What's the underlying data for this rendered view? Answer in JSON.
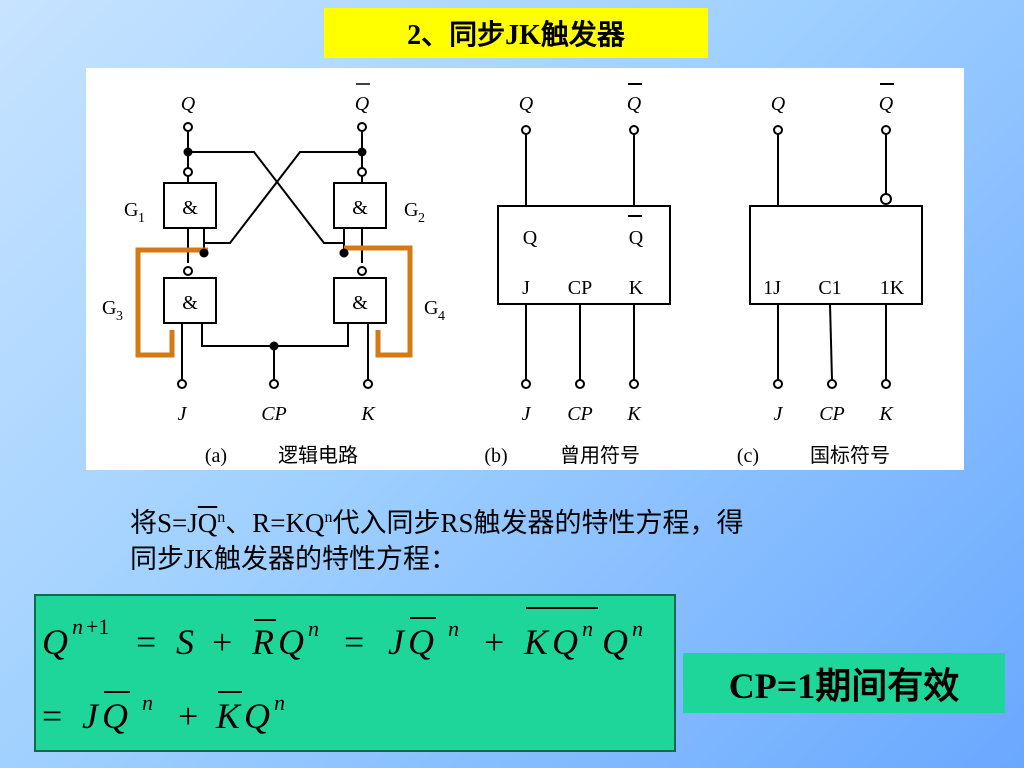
{
  "title": "2、同步JK触发器",
  "diagram_a": {
    "top_q": "Q",
    "top_qbar": "Q",
    "g1": "G",
    "g1_sub": "1",
    "g2": "G",
    "g2_sub": "2",
    "g3": "G",
    "g3_sub": "3",
    "g4": "G",
    "g4_sub": "4",
    "amp": "&",
    "in_j": "J",
    "in_cp": "CP",
    "in_k": "K",
    "caption_tag": "(a)",
    "caption": "逻辑电路"
  },
  "diagram_b": {
    "top_q": "Q",
    "top_qbar": "Q",
    "box_q": "Q",
    "box_qbar": "Q",
    "box_j": "J",
    "box_cp": "CP",
    "box_k": "K",
    "in_j": "J",
    "in_cp": "CP",
    "in_k": "K",
    "caption_tag": "(b)",
    "caption": "曾用符号"
  },
  "diagram_c": {
    "top_q": "Q",
    "top_qbar": "Q",
    "box_1j": "1J",
    "box_c1": "C1",
    "box_1k": "1K",
    "in_j": "J",
    "in_cp": "CP",
    "in_k": "K",
    "caption_tag": "(c)",
    "caption": "国标符号"
  },
  "text": {
    "part1": "将S=J",
    "part1_ov": "Q",
    "part1_sup": "n",
    "part2": "、R=KQ",
    "part2_sup": "n",
    "part3": "代入同步RS触发器的特性方程，得",
    "line2": "同步JK触发器的特性方程："
  },
  "formula": {
    "line1": "Q^{n+1} = S + R̄Qⁿ = JQ̄ⁿ + (KQⁿ)‾ Qⁿ",
    "line2": "= JQ̄ⁿ + K̄Qⁿ"
  },
  "cp_note": "CP=1期间有效"
}
